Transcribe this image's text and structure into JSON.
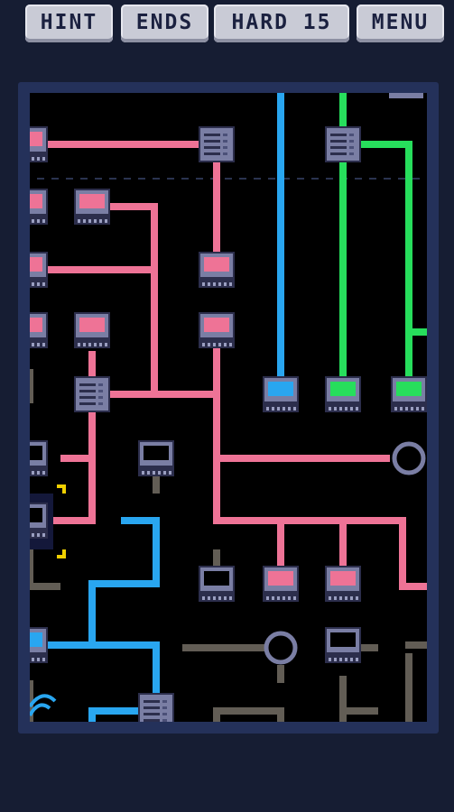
{
  "toolbar": {
    "hint_label": "HINT",
    "ends_label": "ENDS",
    "level_label": "HARD 15",
    "menu_label": "MENU"
  },
  "colors": {
    "background": "#161d33",
    "board_frame": "#24315a",
    "board": "#000000",
    "pink": "#ee7396",
    "blue": "#29a6f0",
    "green": "#27de5c",
    "inactive": "#625d55",
    "node_body": "#7a7ea4",
    "node_dark": "#2c2e4c",
    "selection": "#f0d000"
  },
  "puzzle": {
    "selected_node": "left-edge monitor near row 8"
  }
}
